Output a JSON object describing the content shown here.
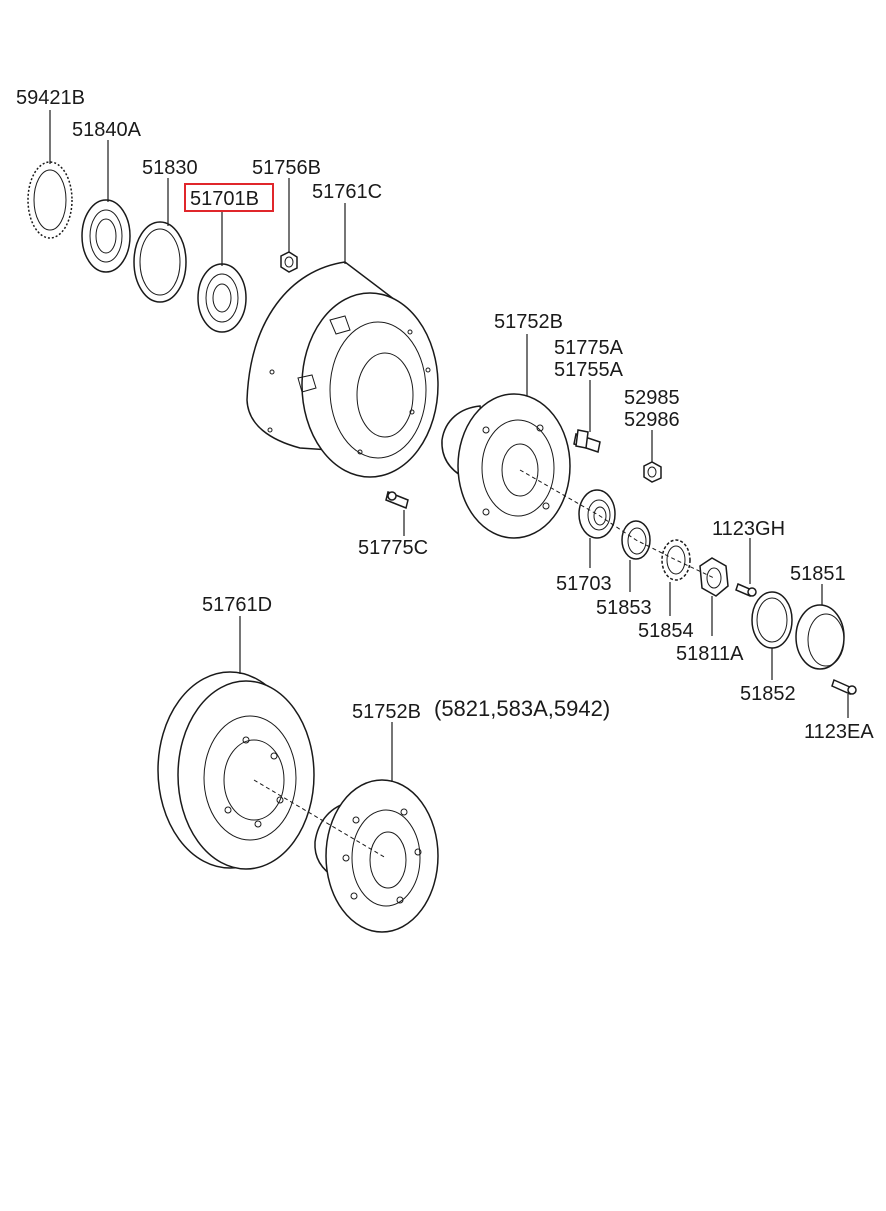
{
  "parts": {
    "p59421B": "59421B",
    "p51840A": "51840A",
    "p51830": "51830",
    "p51756B": "51756B",
    "p51701B": "51701B",
    "p51761C": "51761C",
    "p51752B_top": "51752B",
    "p51775A": "51775A",
    "p51755A": "51755A",
    "p52985": "52985",
    "p52986": "52986",
    "p51775C": "51775C",
    "p51703": "51703",
    "p51853": "51853",
    "p1123GH": "1123GH",
    "p51851": "51851",
    "p51854": "51854",
    "p51811A": "51811A",
    "p51852": "51852",
    "p1123EA": "1123EA",
    "p51761D": "51761D",
    "p51752B_bottom": "51752B"
  },
  "applicability_note": "(5821,583A,5942)",
  "highlighted_part": "51701B",
  "colors": {
    "highlight": "#e0262b",
    "line": "#1a1a1a",
    "background": "#ffffff"
  }
}
